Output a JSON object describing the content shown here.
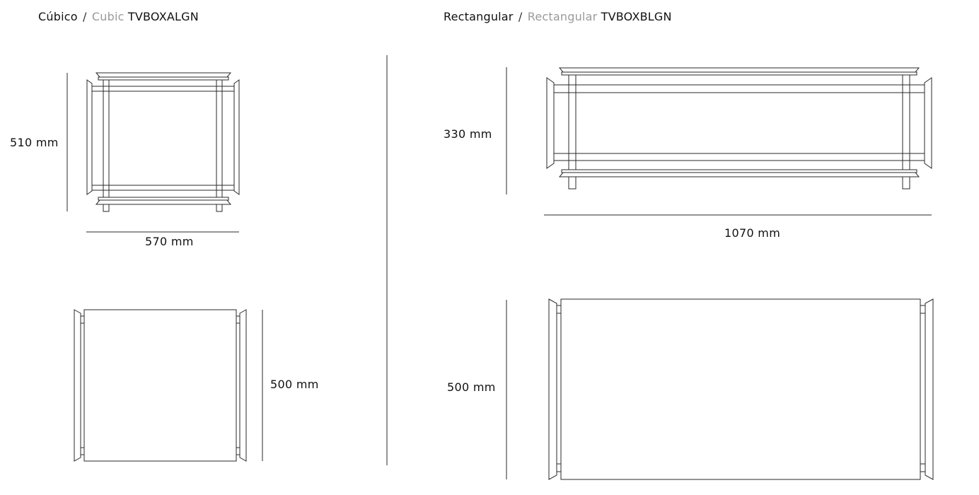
{
  "cubic": {
    "title_es": "Cúbico",
    "separator": "/",
    "title_en": "Cubic",
    "code": "TVBOXALGN",
    "height_label": "510 mm",
    "width_label": "570 mm",
    "depth_label": "500 mm"
  },
  "rectangular": {
    "title_es": "Rectangular",
    "separator": "/",
    "title_en": "Rectangular",
    "code": "TVBOXBLGN",
    "height_label": "330 mm",
    "width_label": "1070 mm",
    "depth_label": "500 mm"
  },
  "colors": {
    "line": "#2a2a2a",
    "muted_text": "#9a9a9a",
    "text": "#111111"
  }
}
